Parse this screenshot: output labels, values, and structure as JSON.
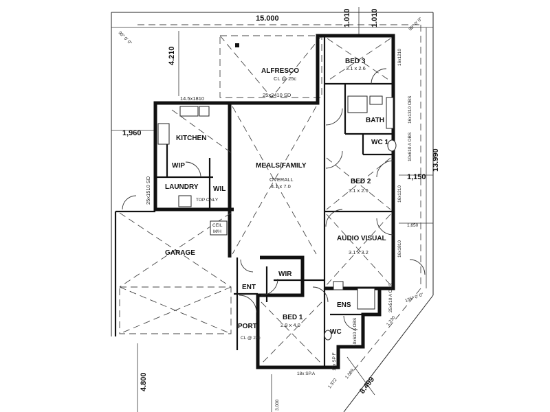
{
  "dimensions": {
    "top_width": "15.000",
    "rear_setback": "4.210",
    "right_dim_a": "1.010",
    "right_dim_b": "1.010",
    "left_setback": "1,960",
    "right_setback_a": "1,150",
    "right_setback_b": "1,650",
    "depth": "13.990",
    "front_setback": "4.800",
    "front_dim": "3.000",
    "bed1_diag_a": "1.089",
    "bed1_diag_b": "8.499",
    "diag_c": "1.372",
    "side_diag": "1.230"
  },
  "angles": {
    "top_left": "90° 0' 0\"",
    "top_right": "90° 0' 0\"",
    "bottom_right": "135° 0' 0\""
  },
  "rooms": {
    "alfresco": {
      "name": "ALFRESCO",
      "note": "CL @ 25c"
    },
    "alfresco_door": "25x2410 SD",
    "kitchen_window": "14.5x1810",
    "kitchen": "KITCHEN",
    "wip": "WIP",
    "meals": {
      "name": "MEALS/FAMILY",
      "overall_label": "OVERALL",
      "size": "4.1 x 7.0"
    },
    "laundry": "LAUNDRY",
    "laundry_door": "25x1510 SD",
    "wil": "WIL",
    "top_only": "TOP ONLY",
    "bed3": {
      "name": "BED 3",
      "size": "3.1 x 2.6",
      "window": "16x1210"
    },
    "bath": {
      "name": "BATH",
      "window": "16x1310 OBS"
    },
    "wc1": {
      "name": "WC 1",
      "window": "10x610 A OBS"
    },
    "bed2": {
      "name": "BED 2",
      "size": "3.1 x 2.6",
      "window": "16x1210"
    },
    "audio": {
      "name": "AUDIO VISUAL",
      "size": "3.1 x 3.2",
      "window": "16x1810"
    },
    "ceil": "CEIL",
    "mh": "M/H",
    "garage": "GARAGE",
    "ent": "ENT",
    "wir": "WIR",
    "port": {
      "name": "PORT",
      "note": "CL @ 28c"
    },
    "bed1": {
      "name": "BED 1",
      "size": "2.9 x 4.0",
      "window_a": "18x SP.A",
      "window_b": "17x SP F"
    },
    "ens": {
      "name": "ENS",
      "window": "25x510 A OBS"
    },
    "wc2": {
      "name": "WC",
      "window": "10x610 A OBS"
    }
  }
}
